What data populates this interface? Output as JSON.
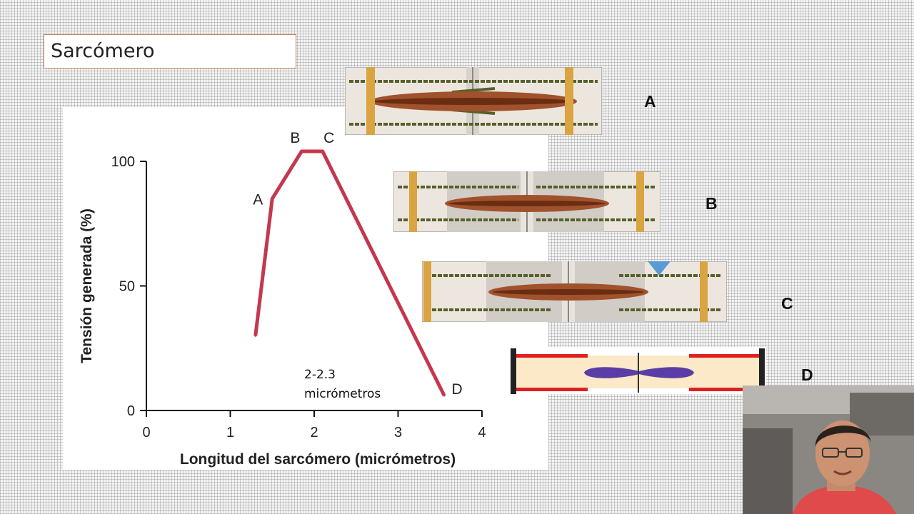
{
  "slide": {
    "title": "Sarcómero",
    "annotation_line1": "2-2.3",
    "annotation_line2": "micrómetros"
  },
  "panels": [
    {
      "label": "A",
      "state": "overlap-collision"
    },
    {
      "label": "B",
      "state": "full-overlap"
    },
    {
      "label": "C",
      "state": "full-overlap-no-collision"
    },
    {
      "label": "D",
      "state": "no-overlap"
    }
  ],
  "chart_data": {
    "type": "line",
    "xlabel": "Longitud del sarcómero (micrómetros)",
    "ylabel": "Tensión generada (%)",
    "xlim": [
      0,
      4
    ],
    "ylim": [
      0,
      100
    ],
    "xticks": [
      0,
      1,
      2,
      3,
      4
    ],
    "yticks": [
      0,
      50,
      100
    ],
    "series": [
      {
        "values": [
          [
            1.3,
            30
          ],
          [
            1.5,
            85
          ],
          [
            1.85,
            104
          ],
          [
            2.1,
            104
          ],
          [
            3.55,
            6
          ]
        ]
      }
    ],
    "point_labels": [
      {
        "text": "A",
        "x": 1.5,
        "y": 85
      },
      {
        "text": "B",
        "x": 1.85,
        "y": 104
      },
      {
        "text": "C",
        "x": 2.1,
        "y": 104
      },
      {
        "text": "D",
        "x": 3.55,
        "y": 6
      }
    ],
    "line_color": "#c4384e",
    "grid": false
  },
  "webcam": {
    "subject": "presenter-video"
  }
}
